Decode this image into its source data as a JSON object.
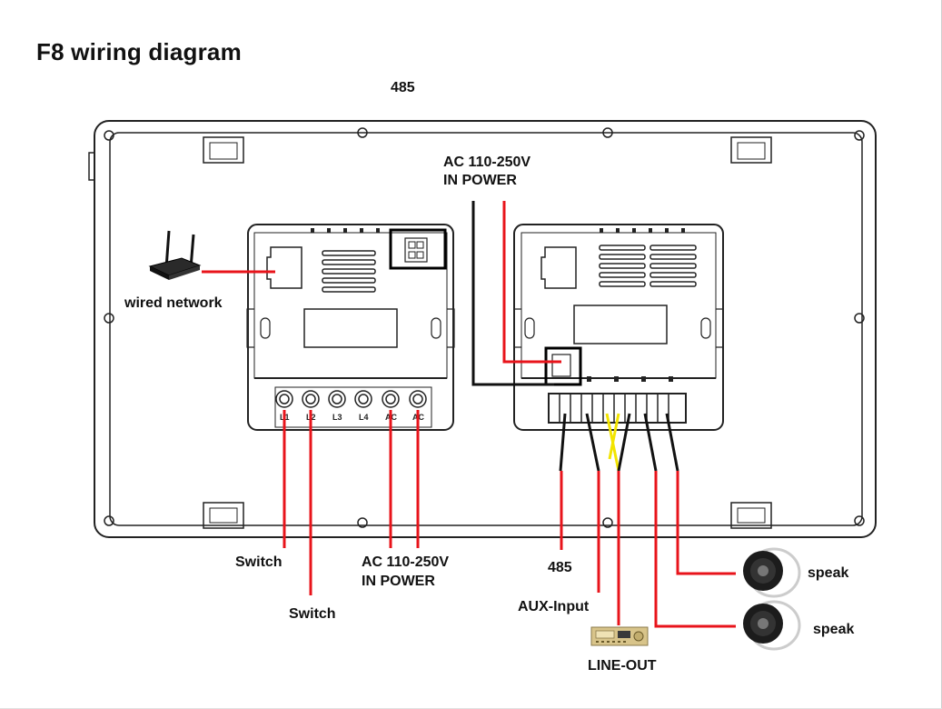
{
  "title": "F8 wiring diagram",
  "colors": {
    "wire_red": "#e8141b",
    "wire_black": "#111111",
    "wire_yellow": "#f2e400",
    "outline": "#222222"
  },
  "labels": {
    "top_485": "485",
    "ac_top_line1": "AC 110-250V",
    "ac_top_line2": "IN POWER",
    "wired_network": "wired network",
    "switch_1": "Switch",
    "switch_2": "Switch",
    "ac_bottom_line1": "AC 110-250V",
    "ac_bottom_line2": "IN POWER",
    "bottom_485": "485",
    "aux_input": "AUX-Input",
    "line_out": "LINE-OUT",
    "speak_1": "speak",
    "speak_2": "speak"
  },
  "terminals": [
    "L1",
    "L2",
    "L3",
    "L4",
    "AC",
    "AC"
  ],
  "icons": {
    "router": "router-icon",
    "amplifier": "amplifier-icon",
    "speaker": "ceiling-speaker-icon"
  }
}
